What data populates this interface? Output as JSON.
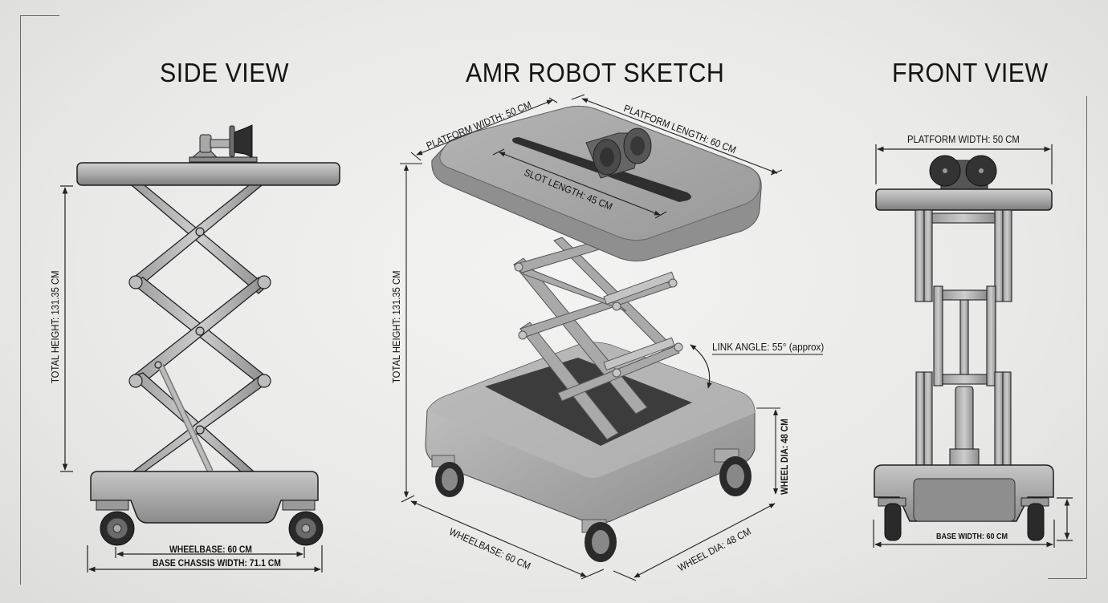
{
  "titles": {
    "side_view": "SIDE VIEW",
    "main_sketch": "AMR ROBOT SKETCH",
    "front_view": "FRONT VIEW"
  },
  "side_view": {
    "total_height": "TOTAL HEIGHT: 131.35 CM",
    "wheelbase": "WHEELBASE: 60 CM",
    "base_chassis_width": "BASE CHASSIS WIDTH: 71.1 CM"
  },
  "iso_view": {
    "platform_width": "PLATFORM WIDTH: 50 CM",
    "platform_length": "PLATFORM LENGTH: 60 CM",
    "slot_length": "SLOT LENGTH: 45 CM",
    "total_height": "TOTAL HEIGHT: 131.35 CM",
    "link_angle": "LINK ANGLE: 55° (approx)",
    "wheel_dia_vertical": "WHEEL DIA: 48 CM",
    "wheelbase": "WHEELBASE: 60 CM",
    "wheel_dia": "WHEEL DIA: 48 CM"
  },
  "front_view": {
    "platform_width": "PLATFORM WIDTH: 50 CM",
    "base_width": "BASE WIDTH: 60 CM"
  }
}
